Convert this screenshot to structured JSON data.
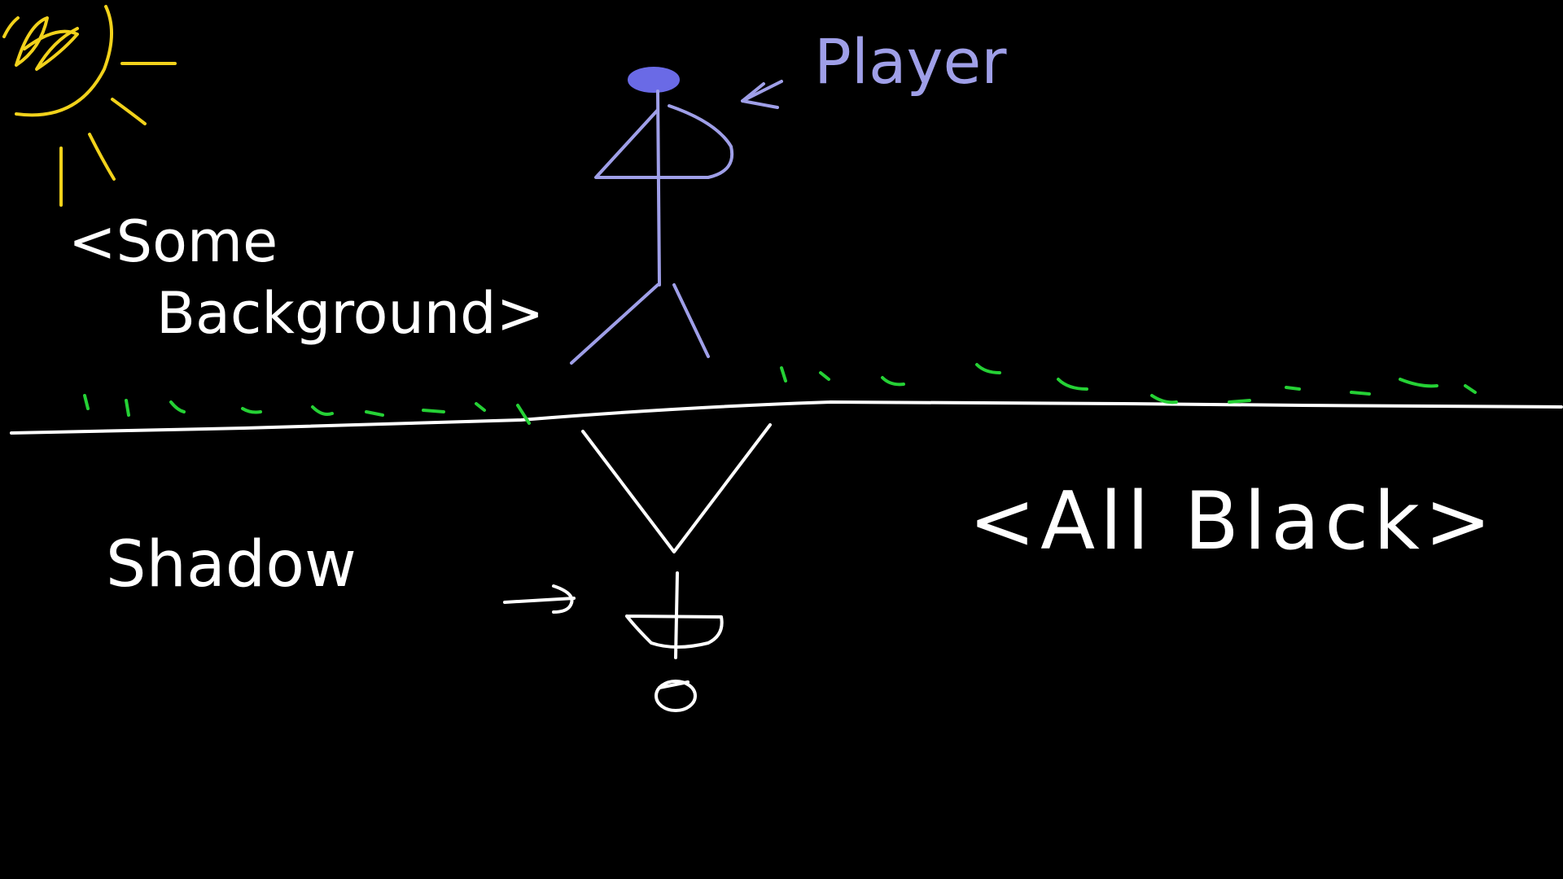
{
  "labels": {
    "background": [
      "<Some",
      "Background>"
    ],
    "player": "Player",
    "shadow": "Shadow",
    "all_black": "<All Black>"
  },
  "colors": {
    "background": "#000000",
    "ink": "#ffffff",
    "sun": "#f2d21b",
    "player": "#9f9fe8",
    "player_head": "#6a6ae6",
    "grass": "#25d135"
  }
}
